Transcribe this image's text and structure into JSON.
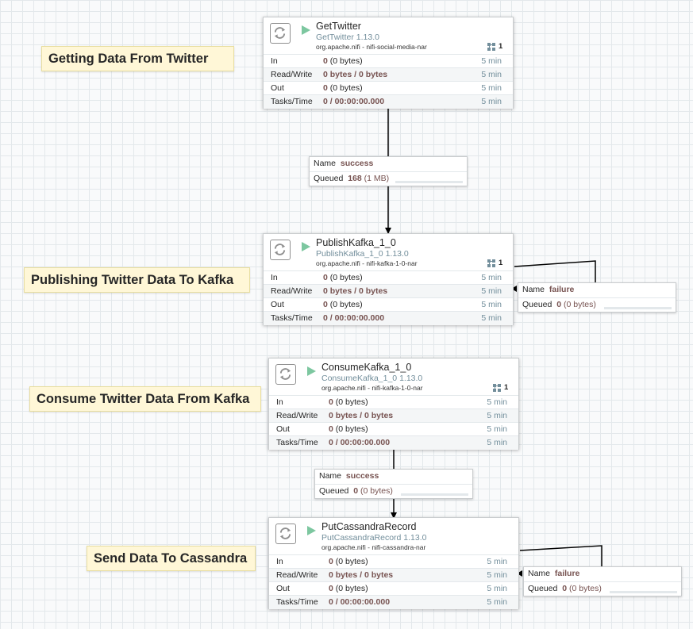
{
  "colors": {
    "canvas": "#f9fafb",
    "grid": "#e3e8eb",
    "label_bg": "#fff7d7",
    "run_icon": "#7dc7a0",
    "type_text": "#728e9b",
    "value_text": "#775351"
  },
  "icons": {
    "processor": "processor-icon",
    "run_status": "run-icon",
    "cluster": "cluster-icon"
  },
  "labels": [
    "Getting Data From Twitter",
    "Publishing Twitter Data To Kafka",
    "Consume Twitter Data From Kafka",
    "Send Data To Cassandra"
  ],
  "stat_keys": [
    "In",
    "Read/Write",
    "Out",
    "Tasks/Time"
  ],
  "processors": [
    {
      "name": "GetTwitter",
      "type": "GetTwitter 1.13.0",
      "bundle": "org.apache.nifi - nifi-social-media-nar",
      "cluster_count": "1",
      "stats": [
        {
          "bold": "0",
          "rest": " (0 bytes)",
          "time": "5 min"
        },
        {
          "bold": "0 bytes / 0 bytes",
          "rest": "",
          "time": "5 min"
        },
        {
          "bold": "0",
          "rest": " (0 bytes)",
          "time": "5 min"
        },
        {
          "bold": "0 / 00:00:00.000",
          "rest": "",
          "time": "5 min"
        }
      ]
    },
    {
      "name": "PublishKafka_1_0",
      "type": "PublishKafka_1_0 1.13.0",
      "bundle": "org.apache.nifi - nifi-kafka-1-0-nar",
      "cluster_count": "1",
      "stats": [
        {
          "bold": "0",
          "rest": " (0 bytes)",
          "time": "5 min"
        },
        {
          "bold": "0 bytes / 0 bytes",
          "rest": "",
          "time": "5 min"
        },
        {
          "bold": "0",
          "rest": " (0 bytes)",
          "time": "5 min"
        },
        {
          "bold": "0 / 00:00:00.000",
          "rest": "",
          "time": "5 min"
        }
      ]
    },
    {
      "name": "ConsumeKafka_1_0",
      "type": "ConsumeKafka_1_0 1.13.0",
      "bundle": "org.apache.nifi - nifi-kafka-1-0-nar",
      "cluster_count": "1",
      "stats": [
        {
          "bold": "0",
          "rest": " (0 bytes)",
          "time": "5 min"
        },
        {
          "bold": "0 bytes / 0 bytes",
          "rest": "",
          "time": "5 min"
        },
        {
          "bold": "0",
          "rest": " (0 bytes)",
          "time": "5 min"
        },
        {
          "bold": "0 / 00:00:00.000",
          "rest": "",
          "time": "5 min"
        }
      ]
    },
    {
      "name": "PutCassandraRecord",
      "type": "PutCassandraRecord 1.13.0",
      "bundle": "org.apache.nifi - nifi-cassandra-nar",
      "cluster_count": "",
      "stats": [
        {
          "bold": "0",
          "rest": " (0 bytes)",
          "time": "5 min"
        },
        {
          "bold": "0 bytes / 0 bytes",
          "rest": "",
          "time": "5 min"
        },
        {
          "bold": "0",
          "rest": " (0 bytes)",
          "time": "5 min"
        },
        {
          "bold": "0 / 00:00:00.000",
          "rest": "",
          "time": "5 min"
        }
      ]
    }
  ],
  "conn_keys": {
    "name": "Name",
    "queued": "Queued"
  },
  "connections": [
    {
      "name": "success",
      "queued_count": "168",
      "queued_size": "(1 MB)"
    },
    {
      "name": "failure",
      "queued_count": "0",
      "queued_size": "(0 bytes)"
    },
    {
      "name": "success",
      "queued_count": "0",
      "queued_size": "(0 bytes)"
    },
    {
      "name": "failure",
      "queued_count": "0",
      "queued_size": "(0 bytes)"
    }
  ]
}
